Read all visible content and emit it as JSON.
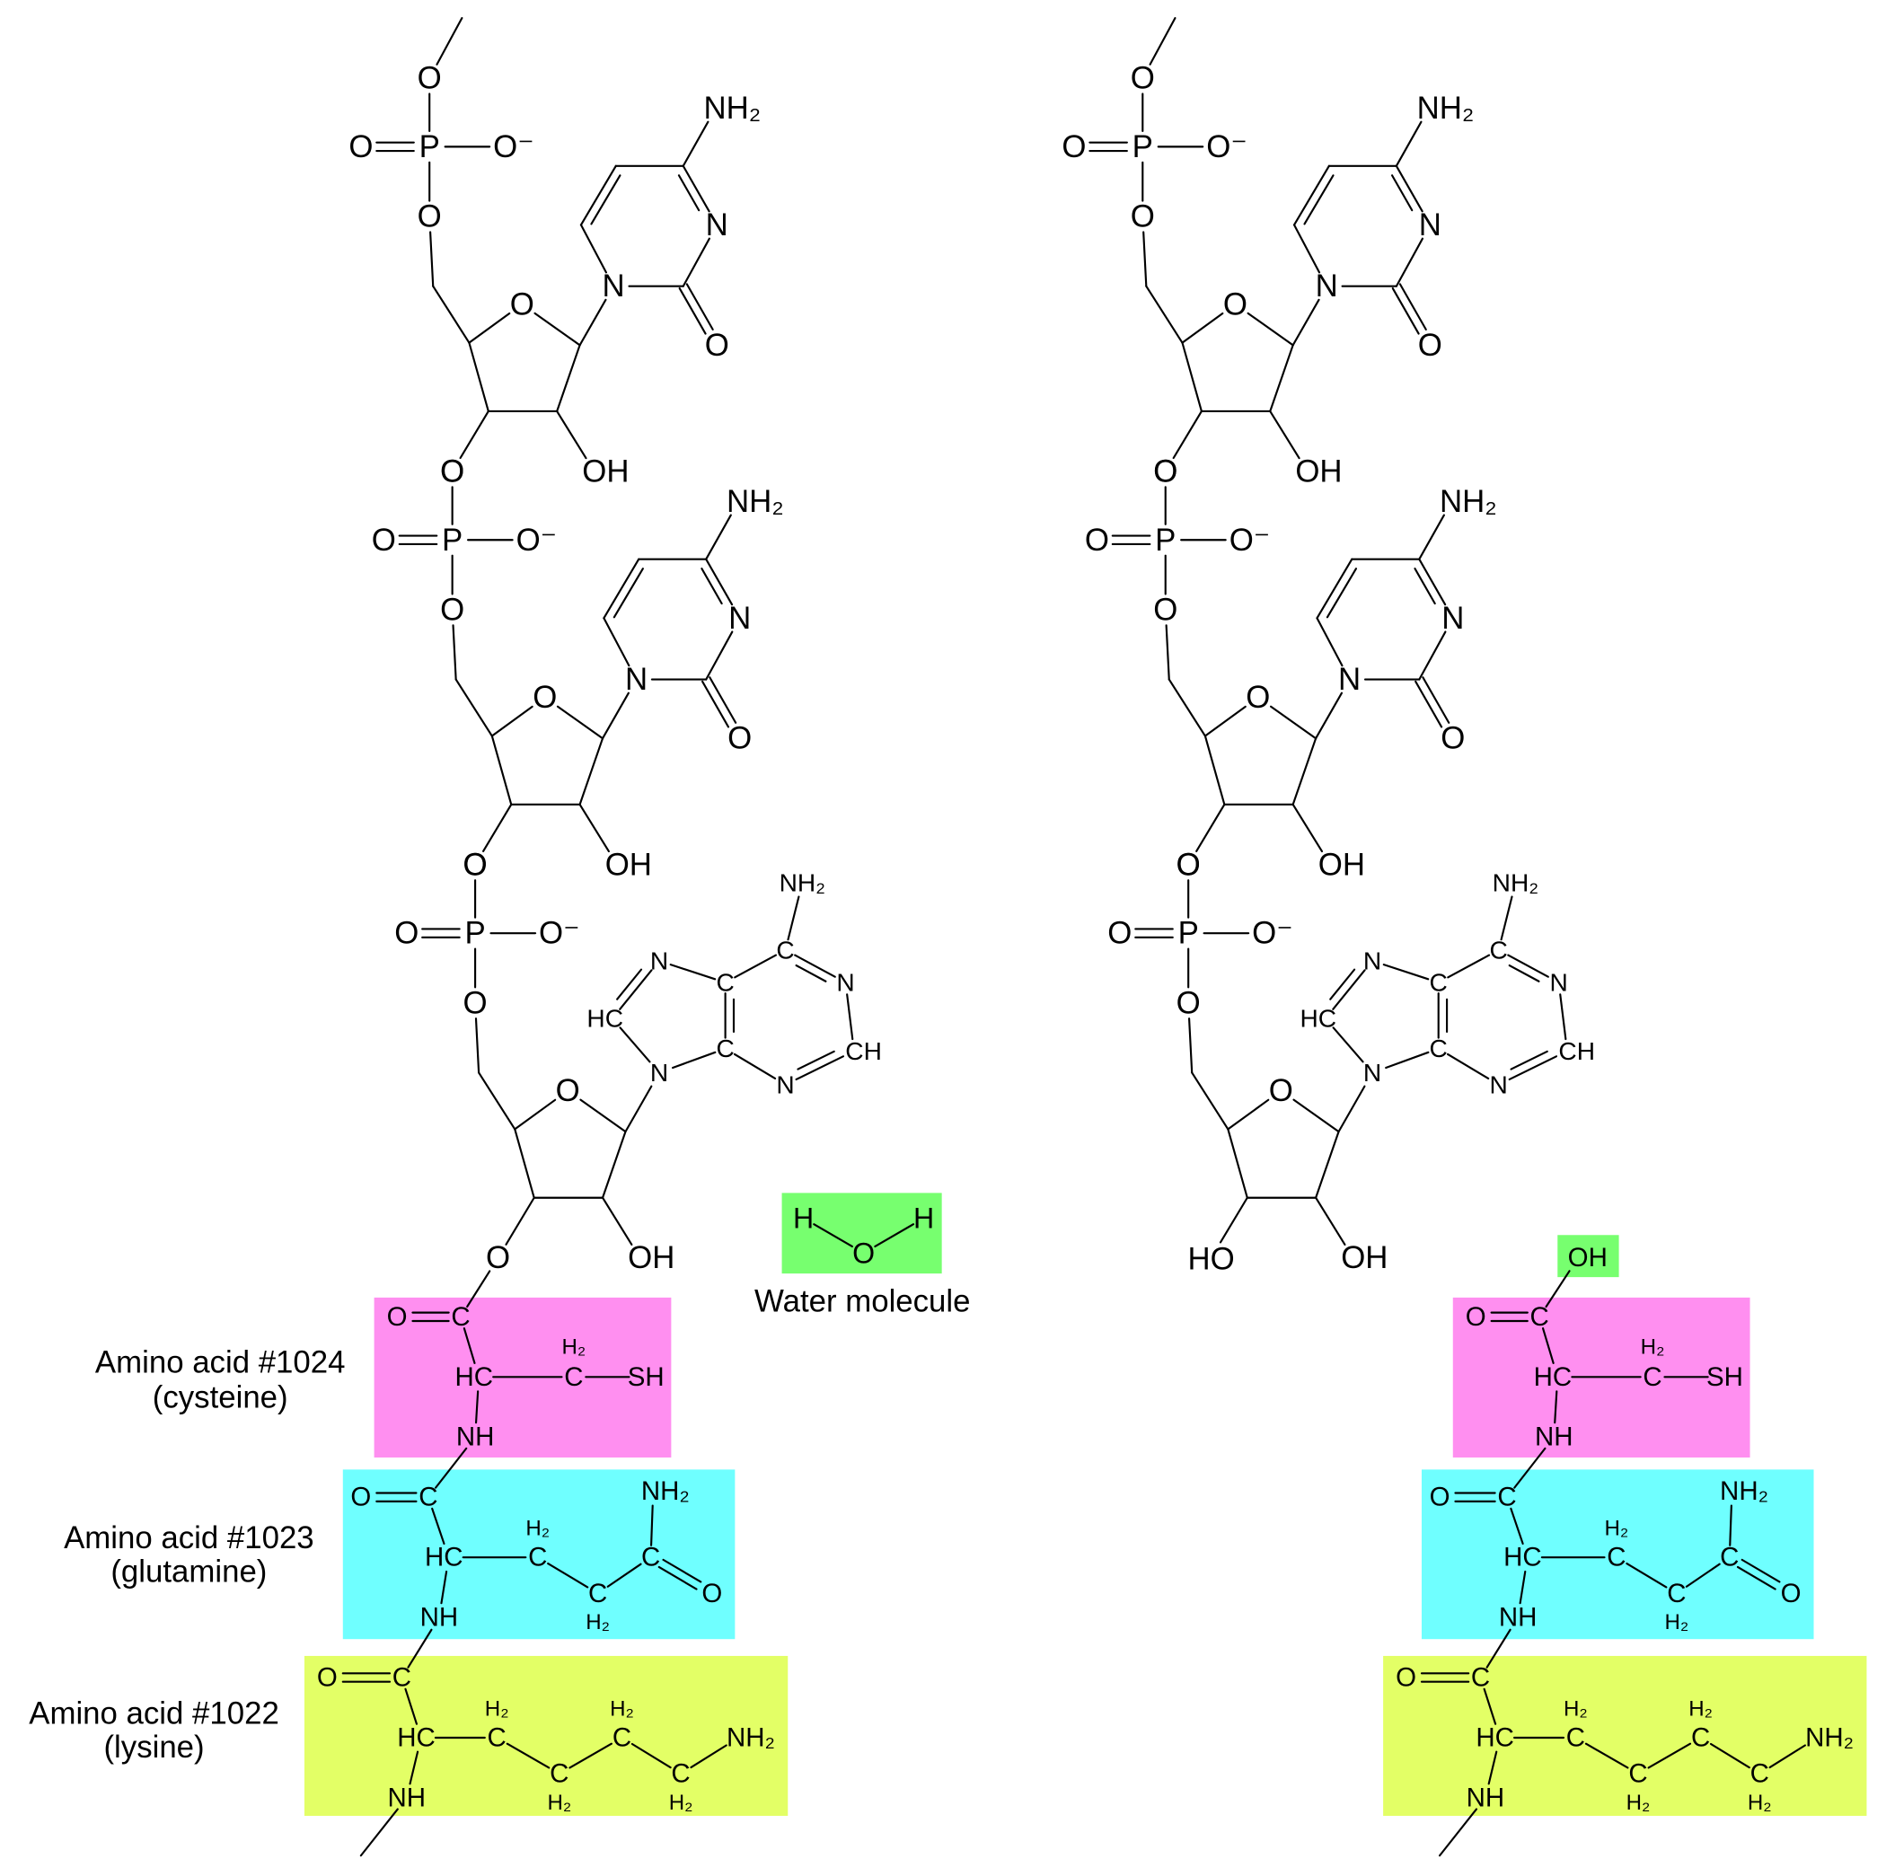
{
  "atoms": {
    "O": "O",
    "P": "P",
    "O_minus": "O⁻",
    "N": "N",
    "NH2": "NH₂",
    "OH": "OH",
    "HO": "HO",
    "C": "C",
    "HC": "HC",
    "CH": "CH",
    "H2": "H₂",
    "SH": "SH",
    "NH": "NH",
    "H": "H"
  },
  "labels": {
    "water": "Water molecule",
    "aa1024_title": "Amino acid #1024",
    "aa1024_name": "(cysteine)",
    "aa1023_title": "Amino acid #1023",
    "aa1023_name": "(glutamine)",
    "aa1022_title": "Amino acid #1022",
    "aa1022_name": "(lysine)"
  },
  "colors": {
    "cysteine": "#FF8FF0",
    "glutamine": "#6FFFFF",
    "lysine": "#E3FF66",
    "water": "#77FF6F"
  }
}
